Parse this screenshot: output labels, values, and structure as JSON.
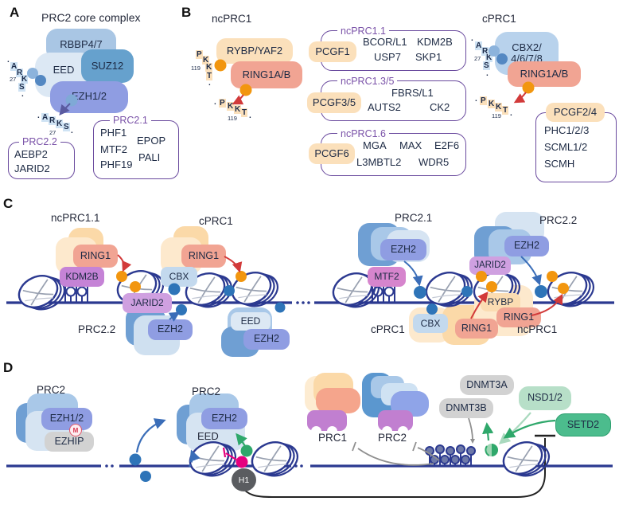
{
  "panelA": {
    "letter": "A",
    "title": "PRC2 core complex",
    "rbbp": "RBBP4/7",
    "suz12": "SUZ12",
    "eed": "EED",
    "ezh": "EZH1/2",
    "tag_side": {
      "d1": ".",
      "l1": "A",
      "l2": "R",
      "l3": "K",
      "l4": "S",
      "d2": ".",
      "num": "27"
    },
    "tag_tail": {
      "d1": ".",
      "l1": "A",
      "l2": "R",
      "l3": "K",
      "l4": "S",
      "d2": ".",
      "num": "27"
    },
    "prc22": {
      "title": "PRC2.2",
      "i1": "AEBP2",
      "i2": "JARID2"
    },
    "prc21": {
      "title": "PRC2.1",
      "c1a": "PHF1",
      "c1b": "MTF2",
      "c1c": "PHF19",
      "c2a": "EPOP",
      "c2b": "PALI"
    }
  },
  "panelB": {
    "letter": "B",
    "nc_title": "ncPRC1",
    "rybp": "RYBP/YAF2",
    "ring_nc": "RING1A/B",
    "tag_nc_side": {
      "l1": "P",
      "l2": "K",
      "l3": "K",
      "l4": "T",
      "d2": ".",
      "num": "119"
    },
    "tag_nc_tail": {
      "d1": ".",
      "l1": "P",
      "l2": "K",
      "l3": "K",
      "l4": "T",
      "d2": ".",
      "num": "119"
    },
    "g1": {
      "pcgf": "PCGF1",
      "title": "ncPRC1.1",
      "r1a": "BCOR/L1",
      "r1b": "KDM2B",
      "r2a": "USP7",
      "r2b": "SKP1"
    },
    "g2": {
      "pcgf": "PCGF3/5",
      "title": "ncPRC1.3/5",
      "r1a": "FBRS/L1",
      "r2a": "AUTS2",
      "r2b": "CK2"
    },
    "g3": {
      "pcgf": "PCGF6",
      "title": "ncPRC1.6",
      "r1a": "MGA",
      "r1b": "MAX",
      "r1c": "E2F6",
      "r2a": "L3MBTL2",
      "r2b": "WDR5"
    },
    "c_title": "cPRC1",
    "cbx1": "CBX2/",
    "cbx2": "4/6/7/8",
    "ring_c": "RING1A/B",
    "tag_c_side": {
      "d1": ".",
      "l1": "A",
      "l2": "R",
      "l3": "K",
      "l4": "S",
      "d2": ".",
      "num": "27"
    },
    "tag_c_tail": {
      "d1": ".",
      "l1": "P",
      "l2": "K",
      "l3": "K",
      "l4": "T",
      "d2": ".",
      "num": "119"
    },
    "pcgf24": "PCGF2/4",
    "cbox": {
      "i1": "PHC1/2/3",
      "i2": "SCML1/2",
      "i3": "SCMH"
    }
  },
  "panelC": {
    "letter": "C",
    "g1_title": "ncPRC1.1",
    "g1_ring": "RING1",
    "g1_kdm2b": "KDM2B",
    "g1_jarid2": "JARID2",
    "g1_prc22": "PRC2.2",
    "g1_ezh2": "EZH2",
    "g2_title": "cPRC1",
    "g2_ring": "RING1",
    "g2_cbx": "CBX",
    "g2_eed": "EED",
    "g2_ezh2": "EZH2",
    "g3_title": "PRC2.1",
    "g3_ezh2": "EZH2",
    "g3_mtf2": "MTF2",
    "g4_title": "cPRC1",
    "g4_cbx": "CBX",
    "g4_ring": "RING1",
    "g5_title": "PRC2.2",
    "g5_ezh2": "EZH2",
    "g5_jarid2": "JARID2",
    "g6_rybp": "RYBP",
    "g6_ring": "RING1",
    "g6_title": "ncPRC1"
  },
  "panelD": {
    "letter": "D",
    "prc2a": "PRC2",
    "ezh12": "EZH1/2",
    "ezhip": "EZHIP",
    "m": "M",
    "prc2b": "PRC2",
    "ezh2": "EZH2",
    "eed": "EED",
    "h1": "H1",
    "prc1": "PRC1",
    "prc2c": "PRC2",
    "dnmt3a": "DNMT3A",
    "dnmt3b": "DNMT3B",
    "nsd": "NSD1/2",
    "setd2": "SETD2"
  },
  "colors": {
    "dna_navy": "#2b3990",
    "orange_dot": "#f2960f",
    "blue_dot": "#2e74b8",
    "green": "#2fa86b",
    "magenta": "#e5007e",
    "salmon": "#f1a493",
    "peach": "#fbe0bb",
    "purple_box_border": "#6a4a9e",
    "purple_title": "#7a52a8"
  }
}
